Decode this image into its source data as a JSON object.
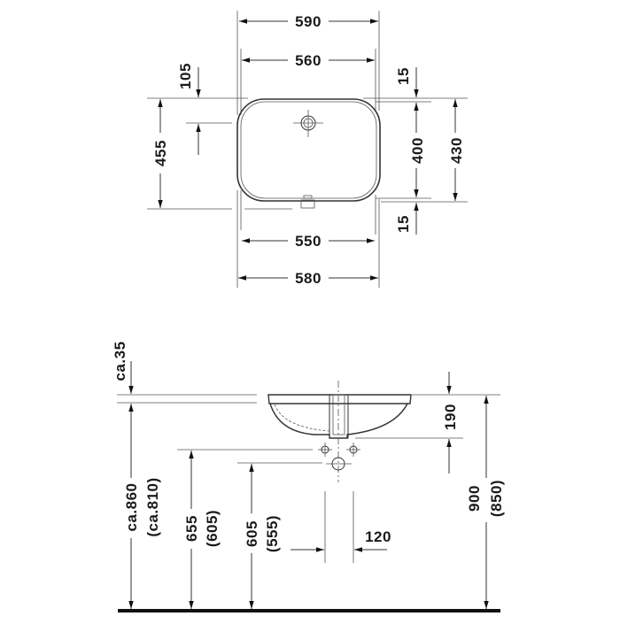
{
  "drawing": {
    "title": "Undercounter washbasin dimension drawing",
    "units": "mm",
    "plan_view": {
      "outer_width": "590",
      "inner_width_top": "560",
      "bowl_width_bottom": "550",
      "outer_width_bottom": "580",
      "drain_offset_from_top": "105",
      "total_depth_left": "455",
      "rim_top": "15",
      "bowl_depth": "400",
      "outer_depth": "430",
      "rim_bottom": "15"
    },
    "side_view": {
      "rim_thickness": "ca.35",
      "basin_height": "190",
      "top_height": "900",
      "top_height_alt": "(850)",
      "underside_height": "ca.860",
      "underside_height_alt": "(ca.810)",
      "supply_height": "655",
      "supply_height_alt": "(605)",
      "waste_height": "605",
      "waste_height_alt": "(555)",
      "supply_spacing": "120"
    }
  }
}
